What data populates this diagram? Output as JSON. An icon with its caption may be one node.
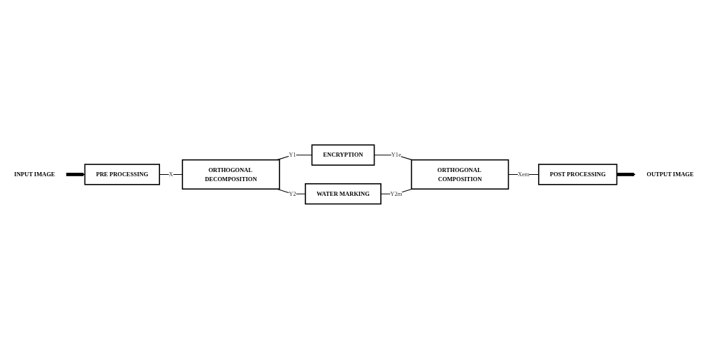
{
  "diagram": {
    "nodes": [
      {
        "text": [
          "INPUT IMAGE"
        ]
      },
      {
        "text": [
          "PRE PROCESSING"
        ]
      },
      {
        "text": [
          "ORTHOGONAL DECOMPOSITION"
        ]
      },
      {
        "text": [
          "ENCRYPTION"
        ]
      },
      {
        "text": [
          "WATER MARKING"
        ]
      },
      {
        "text": [
          "ORTHOGONAL COMPOSITION"
        ]
      },
      {
        "text": [
          "POST PROCESSING"
        ]
      },
      {
        "text": [
          "OUTPUT IMAGE"
        ]
      }
    ],
    "edges": [
      {
        "from": 0,
        "to": 1,
        "arrow": "to",
        "style": "thick"
      },
      {
        "from": 1,
        "to": 2,
        "arrow": "none",
        "label": "X"
      },
      {
        "from": 2,
        "to": 3,
        "arrow": "none",
        "label": "Y1"
      },
      {
        "from": 2,
        "to": 4,
        "arrow": "none",
        "label": "Y2"
      },
      {
        "from": 3,
        "to": 5,
        "arrow": "none",
        "label": "Y1e"
      },
      {
        "from": 4,
        "to": 5,
        "arrow": "none",
        "label": "Y2m"
      },
      {
        "from": 5,
        "to": 6,
        "arrow": "none",
        "label": "Xem"
      },
      {
        "from": 6,
        "to": 7,
        "arrow": "to",
        "style": "thick"
      }
    ]
  }
}
